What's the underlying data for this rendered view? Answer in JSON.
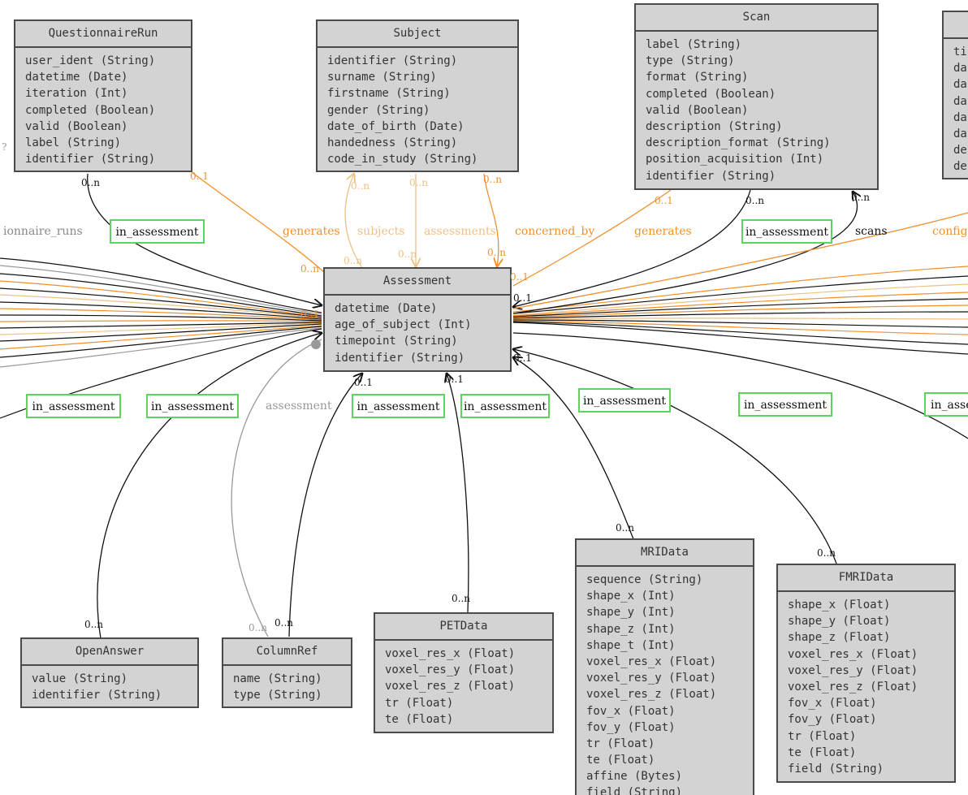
{
  "colors": {
    "class_fill": "#d3d3d3",
    "class_border": "#4a4a4a",
    "edge_black": "#111111",
    "edge_orange": "#f0902c",
    "edge_light_orange": "#eec184",
    "edge_gray": "#999999",
    "label_box_border": "#5fd35f"
  },
  "classes": {
    "questionnaire_run": {
      "name": "QuestionnaireRun",
      "attributes": [
        "user_ident (String)",
        "datetime (Date)",
        "iteration (Int)",
        "completed (Boolean)",
        "valid (Boolean)",
        "label (String)",
        "identifier (String)"
      ]
    },
    "subject": {
      "name": "Subject",
      "attributes": [
        "identifier (String)",
        "surname (String)",
        "firstname (String)",
        "gender (String)",
        "date_of_birth (Date)",
        "handedness (String)",
        "code_in_study (String)"
      ]
    },
    "scan": {
      "name": "Scan",
      "attributes": [
        "label (String)",
        "type (String)",
        "format (String)",
        "completed (Boolean)",
        "valid (Boolean)",
        "description (String)",
        "description_format (String)",
        "position_acquisition (Int)",
        "identifier (String)"
      ]
    },
    "partial_right": {
      "name": "",
      "attributes": [
        "ti",
        "da",
        "da",
        "da",
        "da",
        "da",
        "de",
        "de"
      ]
    },
    "assessment": {
      "name": "Assessment",
      "attributes": [
        "datetime (Date)",
        "age_of_subject (Int)",
        "timepoint (String)",
        "identifier (String)"
      ]
    },
    "open_answer": {
      "name": "OpenAnswer",
      "attributes": [
        "value (String)",
        "identifier (String)"
      ]
    },
    "column_ref": {
      "name": "ColumnRef",
      "attributes": [
        "name (String)",
        "type (String)"
      ]
    },
    "pet_data": {
      "name": "PETData",
      "attributes": [
        "voxel_res_x (Float)",
        "voxel_res_y (Float)",
        "voxel_res_z (Float)",
        "tr (Float)",
        "te (Float)"
      ]
    },
    "mri_data": {
      "name": "MRIData",
      "attributes": [
        "sequence (String)",
        "shape_x (Int)",
        "shape_y (Int)",
        "shape_z (Int)",
        "shape_t (Int)",
        "voxel_res_x (Float)",
        "voxel_res_y (Float)",
        "voxel_res_z (Float)",
        "fov_x (Float)",
        "fov_y (Float)",
        "tr (Float)",
        "te (Float)",
        "affine (Bytes)",
        "field (String)"
      ]
    },
    "fmri_data": {
      "name": "FMRIData",
      "attributes": [
        "shape_x (Float)",
        "shape_y (Float)",
        "shape_z (Float)",
        "voxel_res_x (Float)",
        "voxel_res_y (Float)",
        "voxel_res_z (Float)",
        "fov_x (Float)",
        "fov_y (Float)",
        "tr (Float)",
        "te (Float)",
        "field (String)"
      ]
    }
  },
  "relation_labels": {
    "questionnaire_runs": "ionnaire_runs",
    "generates_1": "generates",
    "subjects": "subjects",
    "assessments": "assessments",
    "concerned_by": "concerned_by",
    "generates_2": "generates",
    "scans": "scans",
    "configurations": "config",
    "assessment": "assessment"
  },
  "boxed_labels": {
    "top_1": "in_assessment",
    "top_2": "in_assessment",
    "bottom_1": "in_assessment",
    "bottom_2": "in_assessment",
    "bottom_3": "in_assessment",
    "bottom_4": "in_assessment",
    "bottom_5": "in_assessment",
    "bottom_6": "in_assessment",
    "bottom_7": "in_assessment"
  },
  "multiplicities": {
    "qrun_0n": "0..n",
    "qrun_01": "0..1",
    "subj_0n_a": "0..n",
    "subj_0n_b": "0..n",
    "subj_0n_c": "0..n",
    "scan_01": "0..1",
    "scan_0n_a": "0..n",
    "scan_0n_b": "0..n",
    "assess_0n_a": "0..n",
    "assess_0n_b": "0..n",
    "assess_0n_c": "0..n",
    "assess_0n_d": "0..n",
    "assess_01_a": "0..1",
    "assess_01_b": "0..1",
    "assess_01_c": "0..1",
    "assess_01_d": "0..1",
    "assess_01_e": "0..1",
    "assess_01_f": "0..1",
    "open_0n": "0..n",
    "colref_0n_a": "0..n",
    "colref_0n_b": "0..n",
    "pet_0n": "0..n",
    "mri_0n": "0..n",
    "fmri_0n": "0..n",
    "qrun_self": "?"
  }
}
